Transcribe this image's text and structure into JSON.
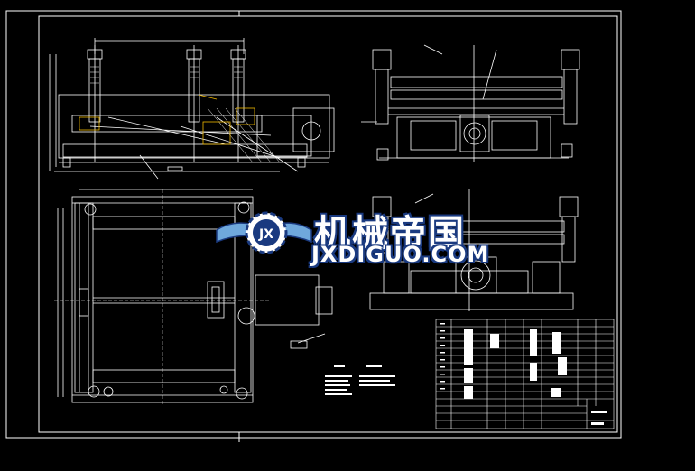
{
  "drawing": {
    "background": "#000000",
    "line_color": "#ffffff",
    "accent_color": "#f0b800"
  },
  "watermark": {
    "logo_letters": "JX",
    "text_cn": "机械帝国",
    "text_en": "JXDIGUO.COM",
    "fill_color": "#ffffff",
    "outline_color": "#1a3a80",
    "wing_color": "#6fa8dc"
  }
}
